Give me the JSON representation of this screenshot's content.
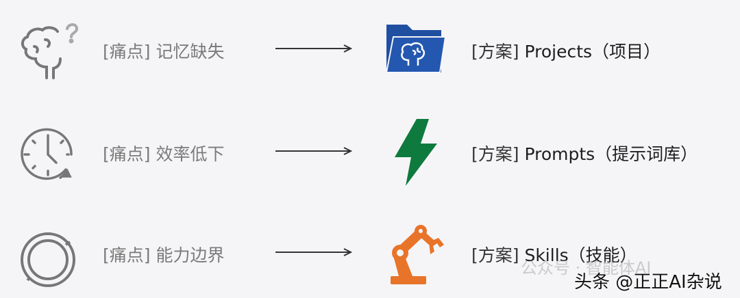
{
  "rows": [
    {
      "pain": "[痛点] 记忆缺失",
      "pain_icon": "brain-question-icon",
      "solution_tag": "[方案]",
      "solution": " Projects（项目）",
      "solution_icon": "brain-folder-icon",
      "color": "#1f4fa0"
    },
    {
      "pain": "[痛点] 效率低下",
      "pain_icon": "clock-icon",
      "solution_tag": "[方案]",
      "solution": " Prompts（提示词库）",
      "solution_icon": "lightning-bolt-icon",
      "color": "#0f7a3e"
    },
    {
      "pain": "[痛点] 能力边界",
      "pain_icon": "ring-boundary-icon",
      "solution_tag": "[方案]",
      "solution": " Skills（技能）",
      "solution_icon": "robot-arm-icon",
      "color": "#e8742a"
    }
  ],
  "watermarks": {
    "wechat": "公众号 · 智能体AI",
    "toutiao": "头条 @正正AI杂说"
  }
}
